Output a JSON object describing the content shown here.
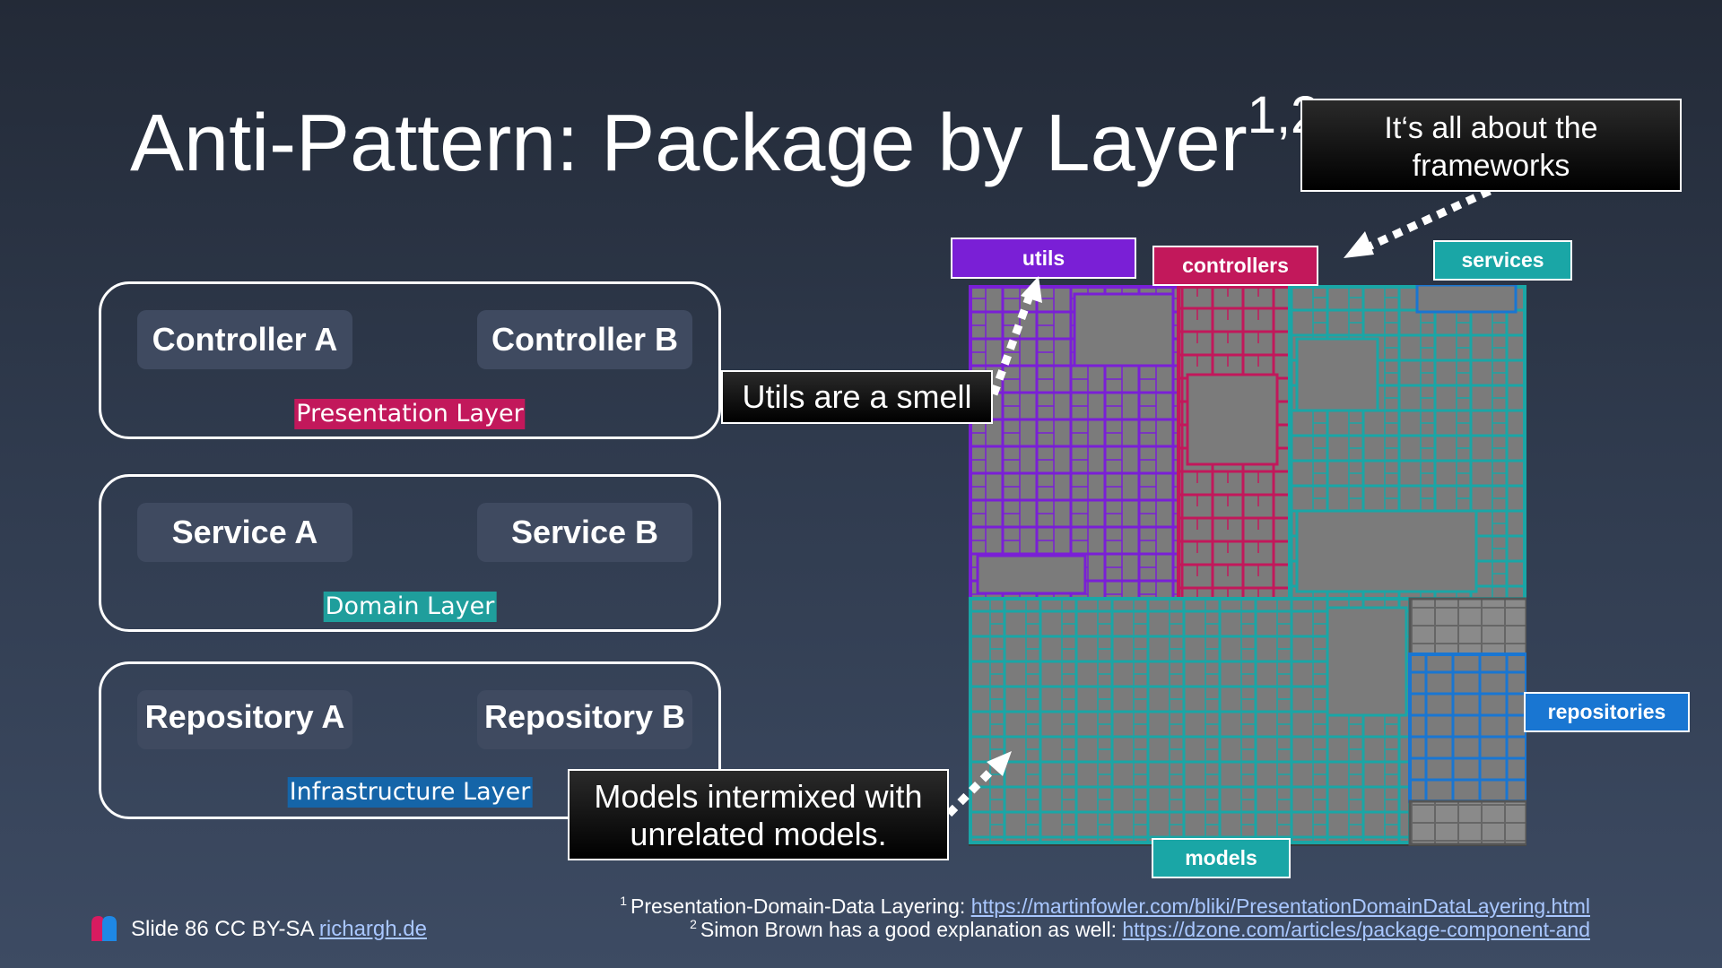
{
  "slide": {
    "title": "Anti-Pattern: Package by Layer",
    "title_sup": "1,2"
  },
  "layers": [
    {
      "tag": "Presentation Layer",
      "tag_color": "#c2185b",
      "components": [
        "Controller A",
        "Controller B"
      ]
    },
    {
      "tag": "Domain Layer",
      "tag_color": "#1f9e9c",
      "components": [
        "Service A",
        "Service B"
      ]
    },
    {
      "tag": "Infrastructure Layer",
      "tag_color": "#1565a8",
      "components": [
        "Repository A",
        "Repository B"
      ]
    }
  ],
  "callouts": {
    "frameworks": "It‘s all about the frameworks",
    "utils": "Utils are a smell",
    "models": "Models intermixed with unrelated models."
  },
  "packages": {
    "utils": {
      "label": "utils",
      "color": "#7a1fd6"
    },
    "controllers": {
      "label": "controllers",
      "color": "#c2185b"
    },
    "services": {
      "label": "services",
      "color": "#1aa6a6"
    },
    "repositories": {
      "label": "repositories",
      "color": "#1976d2"
    },
    "models": {
      "label": "models",
      "color": "#1aa6a6"
    }
  },
  "footnotes": [
    {
      "num": "1",
      "text": "Presentation-Domain-Data Layering: ",
      "link": "https://martinfowler.com/bliki/PresentationDomainDataLayering.html"
    },
    {
      "num": "2",
      "text": "Simon Brown has a good explanation as well: ",
      "link": "https://dzone.com/articles/package-component-and"
    }
  ],
  "footer": {
    "text": "Slide 86 CC BY-SA ",
    "link": "richargh.de"
  }
}
